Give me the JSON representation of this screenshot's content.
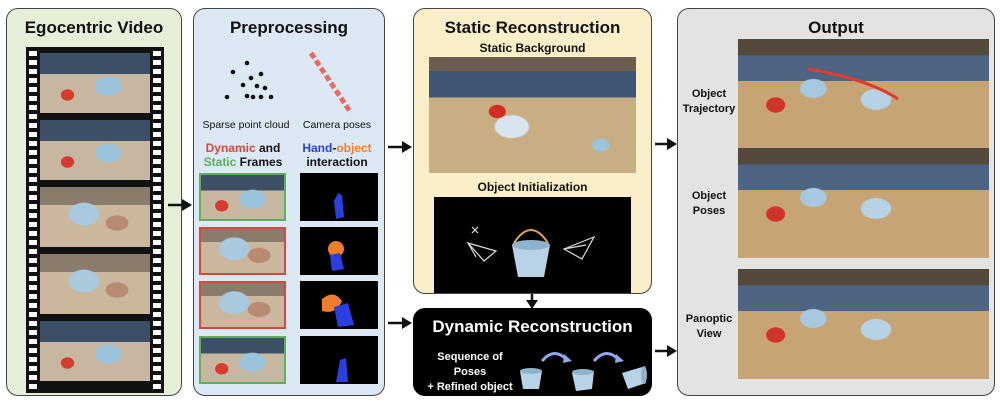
{
  "colors": {
    "video_panel": "#e6f0d8",
    "preprocess_panel": "#dde8f5",
    "static_panel": "#fbefc9",
    "dynamic_panel": "#000000",
    "output_panel": "#e3e3e3",
    "dynamic_red": "#d9473c",
    "static_green": "#5fae5a",
    "hand_blue": "#2b3ee0",
    "object_orange": "#ef7d2e",
    "camera_pose_red": "#e86a60"
  },
  "egocentric": {
    "title": "Egocentric Video"
  },
  "preprocessing": {
    "title": "Preprocessing",
    "point_cloud_label": "Sparse point cloud",
    "camera_poses_label": "Camera poses",
    "frames_heading": {
      "dynamic": "Dynamic",
      "and": " and",
      "static": "Static",
      "frames": " Frames"
    },
    "interaction_heading": {
      "hand": "Hand",
      "dash": "-",
      "object": "object",
      "interaction": "interaction"
    }
  },
  "static_reconstruction": {
    "title": "Static Reconstruction",
    "background_label": "Static Background",
    "object_init_label": "Object Initialization"
  },
  "dynamic_reconstruction": {
    "title": "Dynamic Reconstruction",
    "sequence_line1": "Sequence of Poses",
    "sequence_line2": "+ Refined object"
  },
  "output": {
    "title": "Output",
    "rows": [
      {
        "line1": "Object",
        "line2": "Trajectory"
      },
      {
        "line1": "Object",
        "line2": "Poses"
      },
      {
        "line1": "Panoptic",
        "line2": "View"
      }
    ]
  }
}
